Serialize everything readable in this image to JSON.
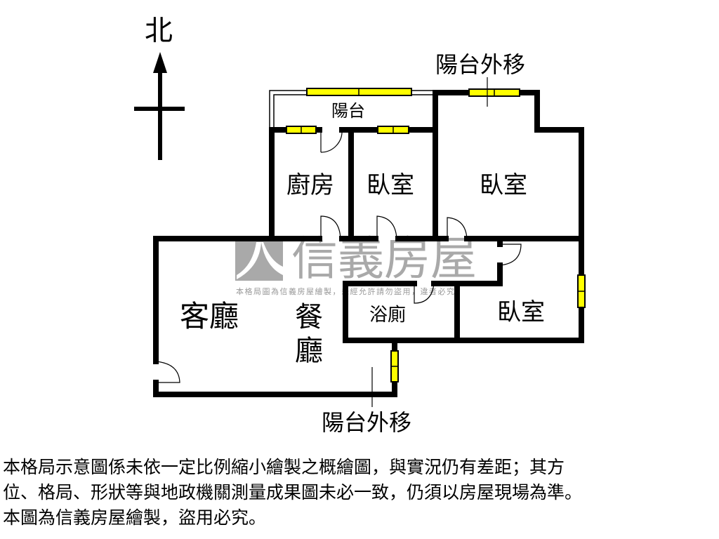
{
  "compass": {
    "north_label": "北"
  },
  "watermark": {
    "brand": "信義房屋",
    "notice": "本格局圖為信義房屋繪製，未經允許請勿盜用，違者必究"
  },
  "rooms": {
    "balcony": "陽台",
    "kitchen": "廚房",
    "bedroom_1": "臥室",
    "bedroom_2": "臥室",
    "bedroom_3": "臥室",
    "living_room": "客廳",
    "dining_1": "餐",
    "dining_2": "廳",
    "bathroom": "浴廁"
  },
  "annotations": {
    "balcony_moved_top": "陽台外移",
    "balcony_moved_bottom": "陽台外移"
  },
  "disclaimer": {
    "line1": "本格局示意圖係未依一定比例縮小繪製之概繪圖，與實況仍有差距；其方",
    "line2": "位、格局、形狀等與地政機關測量成果圖未必一致，仍須以房屋現場為準。",
    "line3": "本圖為信義房屋繪製，盜用必究。"
  },
  "colors": {
    "wall": "#000000",
    "window": "#ffff00",
    "watermark": "#a9a9a9"
  }
}
